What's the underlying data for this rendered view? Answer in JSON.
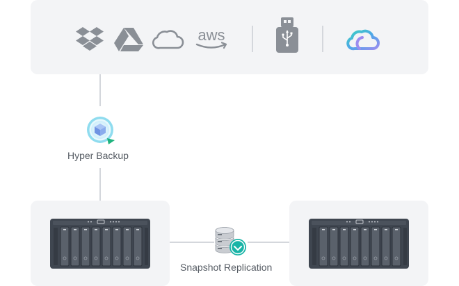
{
  "destinations": {
    "icons": [
      "dropbox-icon",
      "google-drive-icon",
      "cloud-icon",
      "aws-icon",
      "usb-drive-icon",
      "synology-c2-icon"
    ],
    "aws_text": "aws"
  },
  "hyper_backup": {
    "label": "Hyper Backup",
    "icon": "hyper-backup-icon"
  },
  "snapshot": {
    "label": "Snapshot Replication",
    "icon": "snapshot-replication-icon"
  },
  "nas": {
    "left": "nas-device-icon",
    "right": "nas-device-icon"
  },
  "colors": {
    "panel": "#f3f4f6",
    "icon_gray": "#8a8f96",
    "connector": "#d4d7dc",
    "nas_body": "#3f4650",
    "teal": "#19b4a7",
    "cloud_blue": "#4ea6e8",
    "cloud_purple": "#9b8cf0",
    "cloud_teal": "#3bd2c0"
  }
}
